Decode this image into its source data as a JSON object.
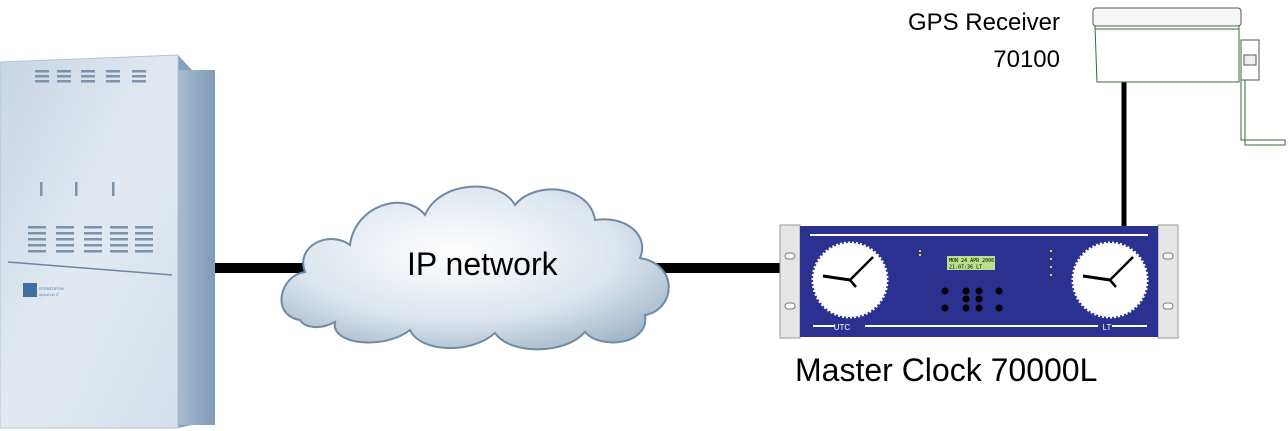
{
  "labels": {
    "gps_receiver_title": "GPS Receiver",
    "gps_receiver_model": "70100",
    "network": "IP network",
    "master_clock": "Master Clock 70000L"
  },
  "master_clock_panel": {
    "display_line1": "MON 24 APR 2006",
    "display_line2": "21.07:36 LT",
    "left_clock_label": "UTC",
    "right_clock_label": "LT"
  },
  "cabinet": {
    "brand": "STENTOFON",
    "model": "AlphaCom E"
  },
  "colors": {
    "panel_blue": "#2b3191",
    "display_green": "#b8e08a",
    "cabinet_face": "#dfe6ef",
    "cabinet_side": "#8ea9c4"
  }
}
